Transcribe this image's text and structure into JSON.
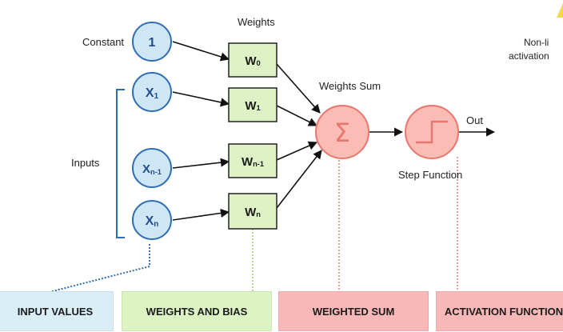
{
  "labels": {
    "constant": "Constant",
    "weights": "Weights",
    "inputs": "Inputs",
    "weights_sum": "Weights Sum",
    "step_function": "Step Function",
    "out": "Out",
    "nonlinear_line1": "Non-li",
    "nonlinear_line2": "activation"
  },
  "nodes": {
    "constant": "1",
    "x1": {
      "base": "X",
      "sub": "1"
    },
    "xn1": {
      "base": "X",
      "sub": "n-1"
    },
    "xn": {
      "base": "X",
      "sub": "n"
    },
    "sum_symbol": "Σ"
  },
  "weights": {
    "w0": {
      "base": "W",
      "sub": "0"
    },
    "w1": {
      "base": "W",
      "sub": "1"
    },
    "wn1": {
      "base": "W",
      "sub": "n-1"
    },
    "wn": {
      "base": "W",
      "sub": "n"
    }
  },
  "banners": {
    "input_values": "INPUT VALUES",
    "weights_and_bias": "WEIGHTS AND BIAS",
    "weighted_sum": "WEIGHTED SUM",
    "activation_function": "ACTIVATION FUNCTION"
  },
  "colors": {
    "input_node_fill": "#cfe6f5",
    "input_node_stroke": "#2f6eb5",
    "weight_fill": "#dff2c5",
    "weight_stroke": "#222222",
    "sum_fill": "#fbbcb6",
    "sum_stroke": "#e8776e",
    "bracket": "#2f6eb5",
    "accent_yellow": "#f5d74a"
  }
}
